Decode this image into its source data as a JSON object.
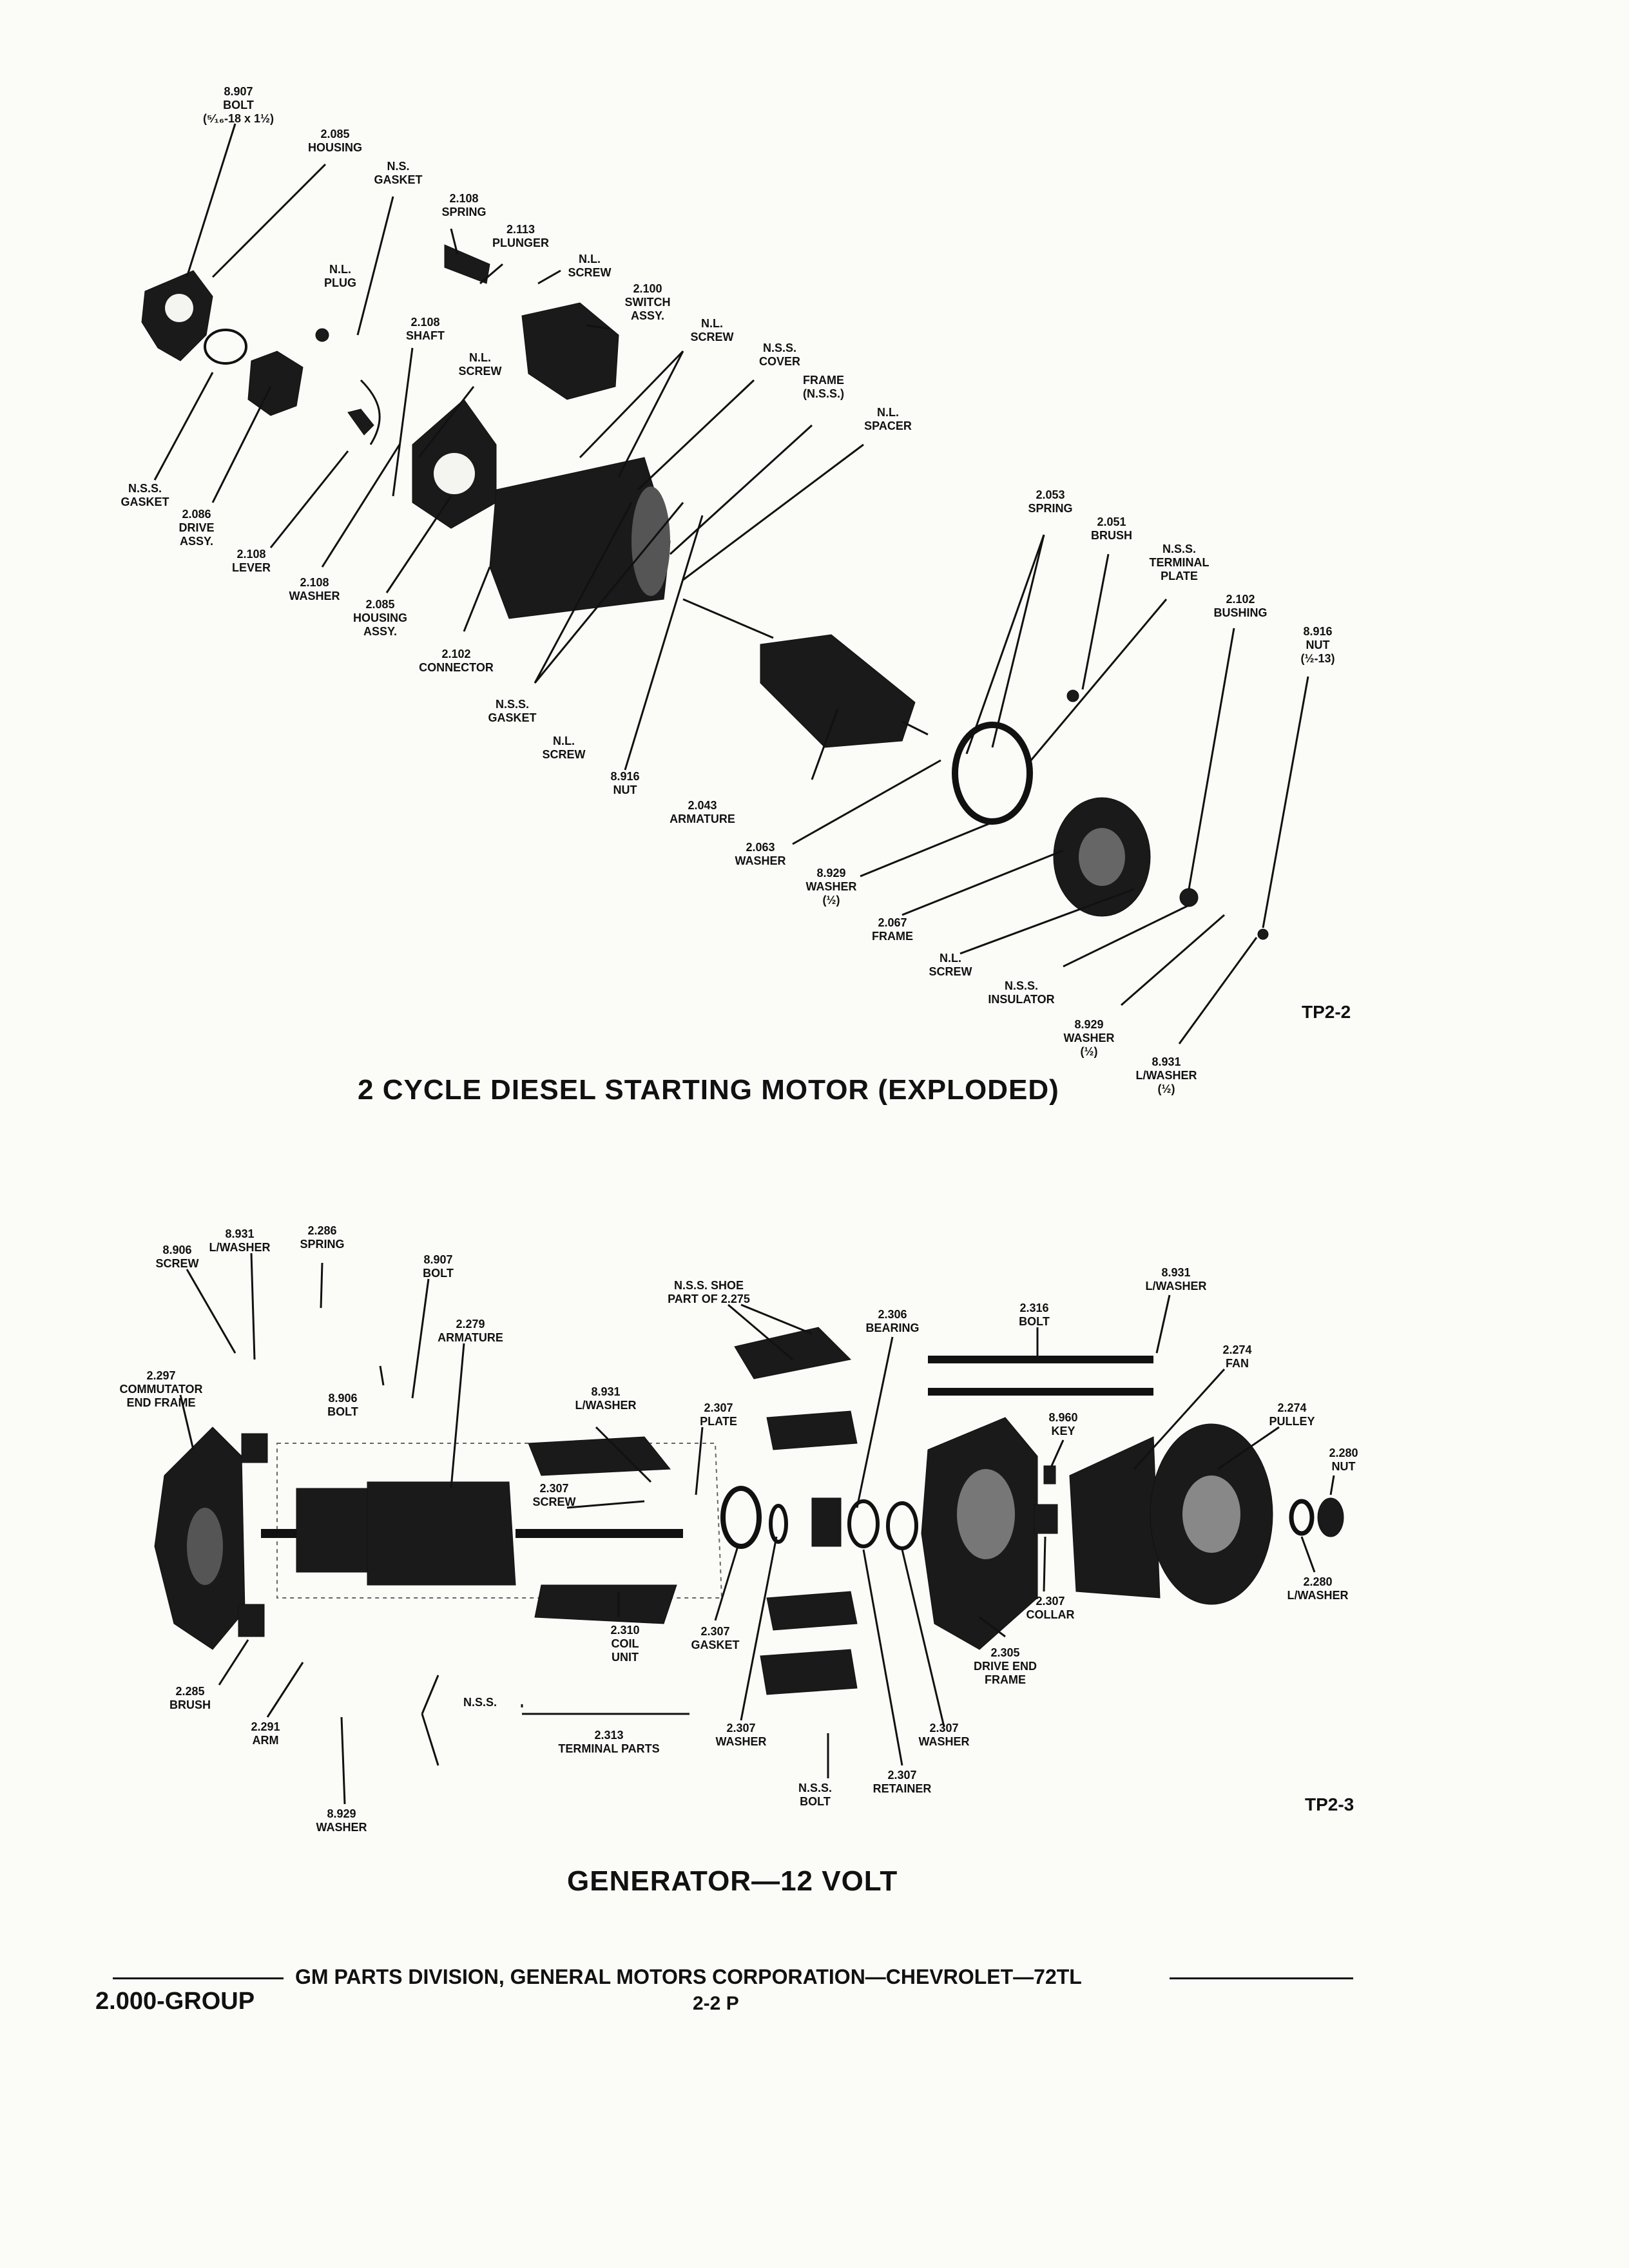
{
  "figure1": {
    "title": "2 CYCLE DIESEL STARTING MOTOR (EXPLODED)",
    "id": "TP2-2",
    "labels": [
      {
        "num": "8.907",
        "lines": [
          "BOLT",
          "(⁵⁄₁₆-18 x 1½)"
        ]
      },
      {
        "num": "2.085",
        "lines": [
          "HOUSING"
        ]
      },
      {
        "num": "",
        "lines": [
          "N.S.",
          "GASKET"
        ]
      },
      {
        "num": "2.108",
        "lines": [
          "SPRING"
        ]
      },
      {
        "num": "2.113",
        "lines": [
          "PLUNGER"
        ]
      },
      {
        "num": "",
        "lines": [
          "N.L.",
          "SCREW"
        ]
      },
      {
        "num": "",
        "lines": [
          "N.L.",
          "PLUG"
        ]
      },
      {
        "num": "2.100",
        "lines": [
          "SWITCH",
          "ASSY."
        ]
      },
      {
        "num": "2.108",
        "lines": [
          "SHAFT"
        ]
      },
      {
        "num": "",
        "lines": [
          "N.L.",
          "SCREW"
        ]
      },
      {
        "num": "",
        "lines": [
          "N.L.",
          "SCREW"
        ]
      },
      {
        "num": "",
        "lines": [
          "N.S.S.",
          "COVER"
        ]
      },
      {
        "num": "",
        "lines": [
          "FRAME",
          "(N.S.S.)"
        ]
      },
      {
        "num": "",
        "lines": [
          "N.L.",
          "SPACER"
        ]
      },
      {
        "num": "",
        "lines": [
          "N.S.S.",
          "GASKET"
        ]
      },
      {
        "num": "2.086",
        "lines": [
          "DRIVE",
          "ASSY."
        ]
      },
      {
        "num": "2.108",
        "lines": [
          "LEVER"
        ]
      },
      {
        "num": "2.108",
        "lines": [
          "WASHER"
        ]
      },
      {
        "num": "2.085",
        "lines": [
          "HOUSING",
          "ASSY."
        ]
      },
      {
        "num": "2.102",
        "lines": [
          "CONNECTOR"
        ]
      },
      {
        "num": "",
        "lines": [
          "N.S.S.",
          "GASKET"
        ]
      },
      {
        "num": "",
        "lines": [
          "N.L.",
          "SCREW"
        ]
      },
      {
        "num": "8.916",
        "lines": [
          "NUT"
        ]
      },
      {
        "num": "2.053",
        "lines": [
          "SPRING"
        ]
      },
      {
        "num": "2.051",
        "lines": [
          "BRUSH"
        ]
      },
      {
        "num": "",
        "lines": [
          "N.S.S.",
          "TERMINAL",
          "PLATE"
        ]
      },
      {
        "num": "2.102",
        "lines": [
          "BUSHING"
        ]
      },
      {
        "num": "8.916",
        "lines": [
          "NUT",
          "(½-13)"
        ]
      },
      {
        "num": "2.043",
        "lines": [
          "ARMATURE"
        ]
      },
      {
        "num": "2.063",
        "lines": [
          "WASHER"
        ]
      },
      {
        "num": "8.929",
        "lines": [
          "WASHER",
          "(½)"
        ]
      },
      {
        "num": "2.067",
        "lines": [
          "FRAME"
        ]
      },
      {
        "num": "",
        "lines": [
          "N.L.",
          "SCREW"
        ]
      },
      {
        "num": "",
        "lines": [
          "N.S.S.",
          "INSULATOR"
        ]
      },
      {
        "num": "8.929",
        "lines": [
          "WASHER",
          "(½)"
        ]
      },
      {
        "num": "8.931",
        "lines": [
          "L/WASHER",
          "(½)"
        ]
      }
    ]
  },
  "figure2": {
    "title": "GENERATOR—12 VOLT",
    "id": "TP2-3",
    "labels": [
      {
        "num": "8.931",
        "lines": [
          "L/WASHER"
        ]
      },
      {
        "num": "8.906",
        "lines": [
          "SCREW"
        ]
      },
      {
        "num": "2.286",
        "lines": [
          "SPRING"
        ]
      },
      {
        "num": "8.907",
        "lines": [
          "BOLT"
        ]
      },
      {
        "num": "2.279",
        "lines": [
          "ARMATURE"
        ]
      },
      {
        "num": "2.297",
        "lines": [
          "COMMUTATOR",
          "END FRAME"
        ]
      },
      {
        "num": "8.906",
        "lines": [
          "BOLT"
        ]
      },
      {
        "num": "8.931",
        "lines": [
          "L/WASHER"
        ]
      },
      {
        "num": "",
        "lines": [
          "N.S.S. SHOE",
          "PART OF 2.275"
        ]
      },
      {
        "num": "2.306",
        "lines": [
          "BEARING"
        ]
      },
      {
        "num": "2.316",
        "lines": [
          "BOLT"
        ]
      },
      {
        "num": "8.931",
        "lines": [
          "L/WASHER"
        ]
      },
      {
        "num": "2.274",
        "lines": [
          "FAN"
        ]
      },
      {
        "num": "2.274",
        "lines": [
          "PULLEY"
        ]
      },
      {
        "num": "2.280",
        "lines": [
          "NUT"
        ]
      },
      {
        "num": "8.960",
        "lines": [
          "KEY"
        ]
      },
      {
        "num": "2.307",
        "lines": [
          "PLATE"
        ]
      },
      {
        "num": "2.307",
        "lines": [
          "SCREW"
        ]
      },
      {
        "num": "2.310",
        "lines": [
          "COIL",
          "UNIT"
        ]
      },
      {
        "num": "2.307",
        "lines": [
          "GASKET"
        ]
      },
      {
        "num": "2.307",
        "lines": [
          "COLLAR"
        ]
      },
      {
        "num": "2.280",
        "lines": [
          "L/WASHER"
        ]
      },
      {
        "num": "2.305",
        "lines": [
          "DRIVE END",
          "FRAME"
        ]
      },
      {
        "num": "2.285",
        "lines": [
          "BRUSH"
        ]
      },
      {
        "num": "2.291",
        "lines": [
          "ARM"
        ]
      },
      {
        "num": "",
        "lines": [
          "N.S.S."
        ]
      },
      {
        "num": "2.313",
        "lines": [
          "TERMINAL PARTS"
        ]
      },
      {
        "num": "2.307",
        "lines": [
          "WASHER"
        ]
      },
      {
        "num": "2.307",
        "lines": [
          "WASHER"
        ]
      },
      {
        "num": "",
        "lines": [
          "N.S.S.",
          "BOLT"
        ]
      },
      {
        "num": "2.307",
        "lines": [
          "RETAINER"
        ]
      },
      {
        "num": "8.929",
        "lines": [
          "WASHER"
        ]
      }
    ]
  },
  "footer": {
    "publisher": "GM PARTS DIVISION, GENERAL MOTORS CORPORATION—CHEVROLET—72TL",
    "group": "2.000-GROUP",
    "page": "2-2 P"
  }
}
